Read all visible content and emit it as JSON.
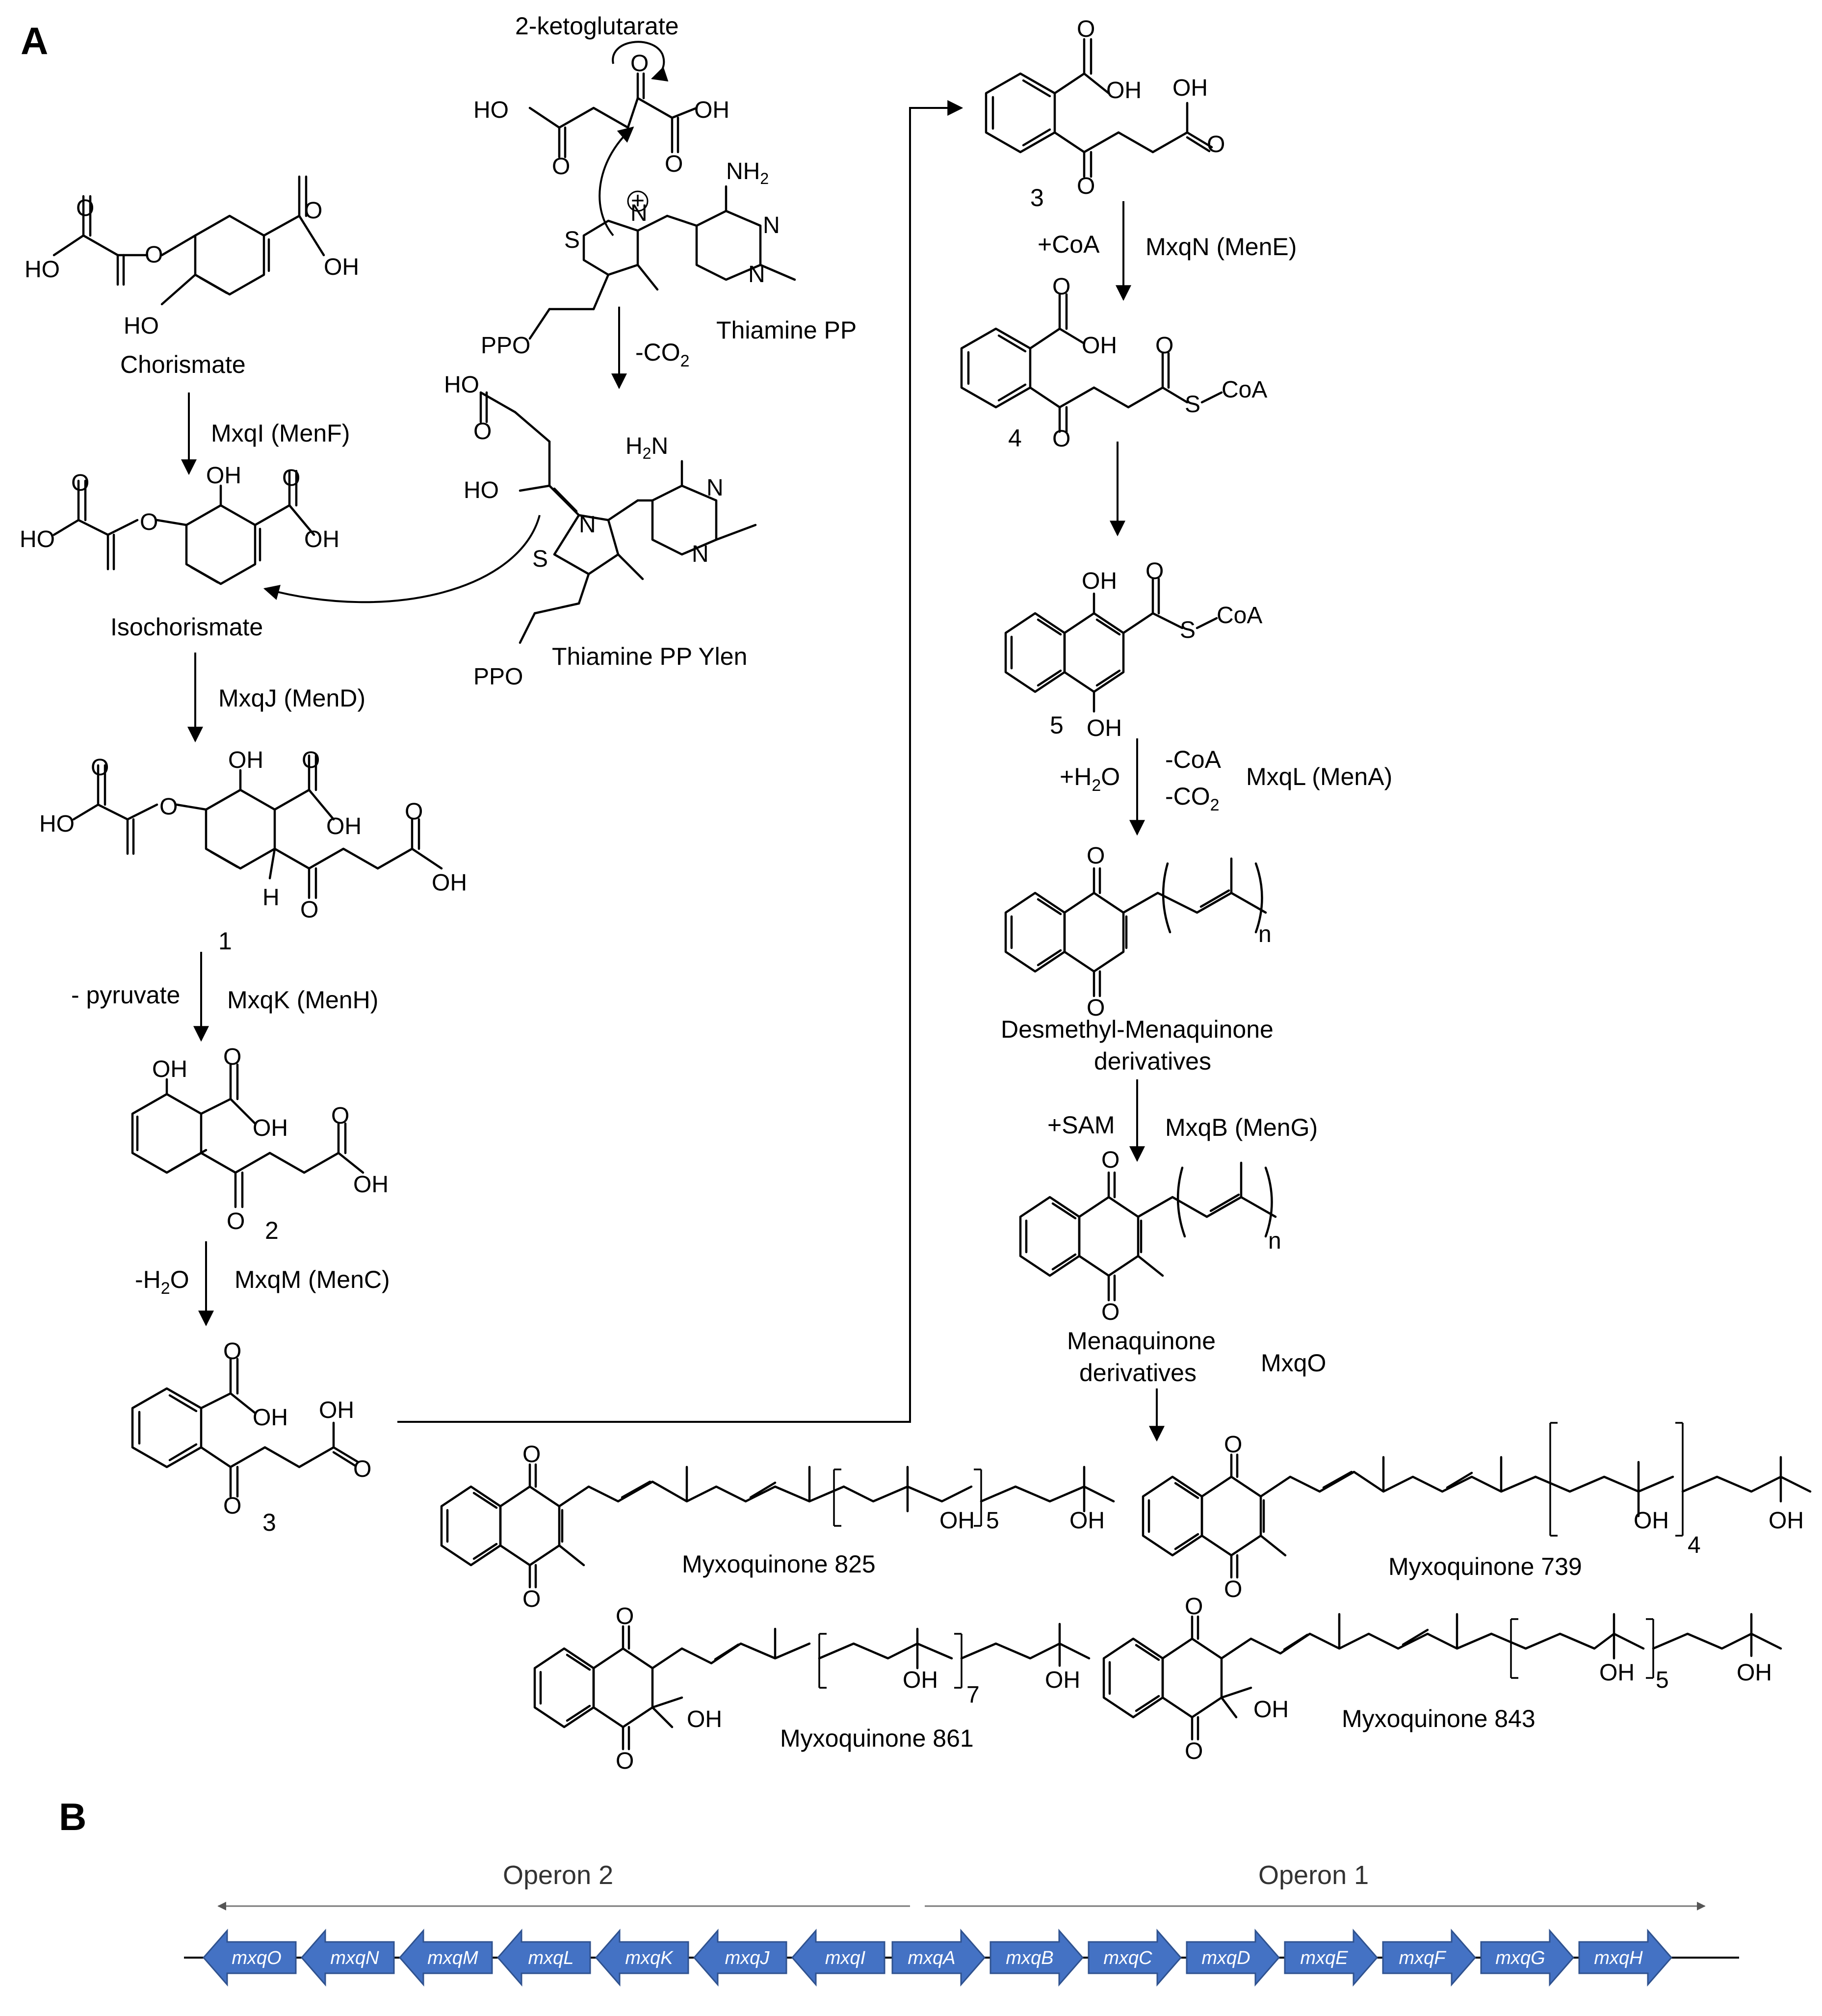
{
  "panels": {
    "a": "A",
    "b": "B"
  },
  "compounds": {
    "chorismate": "Chorismate",
    "isochorismate": "Isochorismate",
    "ketoglutarate": "2-ketoglutarate",
    "thiamine_pp": "Thiamine PP",
    "thiamine_pp_ylen": "Thiamine PP Ylen",
    "desmethyl_mk_1": "Desmethyl-Menaquinone",
    "desmethyl_mk_2": "derivatives",
    "menaquinone_1": "Menaquinone",
    "menaquinone_2": "derivatives",
    "mxq825": "Myxoquinone 825",
    "mxq739": "Myxoquinone 739",
    "mxq861": "Myxoquinone 861",
    "mxq843": "Myxoquinone 843"
  },
  "numbers": {
    "c1": "1",
    "c2": "2",
    "c3": "3",
    "c4": "4",
    "c5": "5"
  },
  "enzymes": {
    "mxqI": "MxqI (MenF)",
    "mxqJ": "MxqJ (MenD)",
    "mxqK": "MxqK (MenH)",
    "mxqM": "MxqM (MenC)",
    "mxqN": "MxqN (MenE)",
    "mxqL": "MxqL (MenA)",
    "mxqB": "MxqB (MenG)",
    "mxqO": "MxqO"
  },
  "conditions": {
    "pyruvate": "- pyruvate",
    "water_loss_prefix": "-H",
    "water_loss_suffix": "O",
    "co2_loss_prefix": "-CO",
    "coa_add": "+CoA",
    "water_add_prefix": "+H",
    "water_add_suffix": "O",
    "coa_loss": "-CoA",
    "co2_loss2_prefix": "-CO",
    "sam_add": "+SAM",
    "subscript_2": "2"
  },
  "repeat_counts": {
    "desmethyl": "n",
    "menaquinone": "n",
    "mxq825": "5",
    "mxq739": "4",
    "mxq861": "7",
    "mxq843": "5"
  },
  "atoms": {
    "oh": "OH",
    "ho": "HO",
    "o": "O",
    "s": "S",
    "n": "N",
    "h": "H",
    "nh2": "NH",
    "h2n": "H",
    "ppo": "PPO",
    "scoa": "S",
    "coa": "CoA",
    "plus": "+",
    "minus": "−"
  },
  "operons": {
    "operon2": "Operon 2",
    "operon1": "Operon 1"
  },
  "genes": {
    "operon2": [
      "mxqO",
      "mxqN",
      "mxqM",
      "mxqL",
      "mxqK",
      "mxqJ",
      "mxqI"
    ],
    "operon1": [
      "mxqA",
      "mxqB",
      "mxqC",
      "mxqD",
      "mxqE",
      "mxqF",
      "mxqG",
      "mxqH"
    ]
  },
  "colors": {
    "gene_fill": "#4472C4",
    "gene_stroke": "#2F528F",
    "gene_text": "#ffffff"
  }
}
